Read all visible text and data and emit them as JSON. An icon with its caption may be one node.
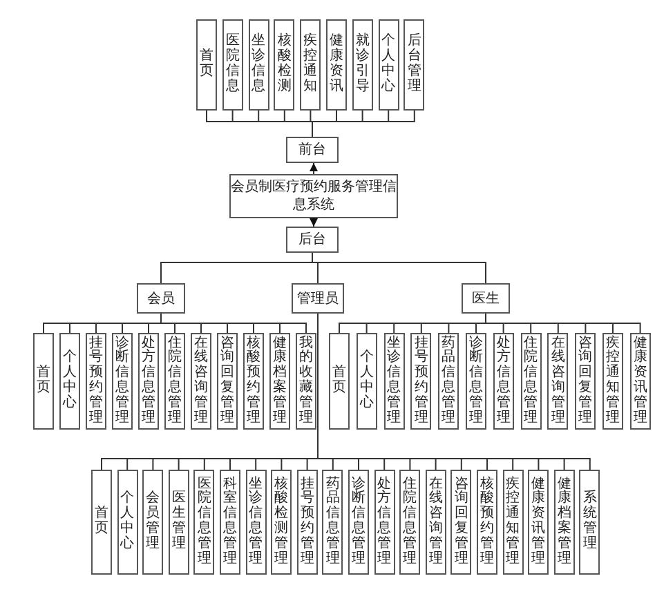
{
  "diagram": {
    "nodes": [
      {
        "text": [
          "首页"
        ]
      },
      {
        "text": [
          "医院信息"
        ]
      },
      {
        "text": [
          "坐诊信息"
        ]
      },
      {
        "text": [
          "核酸检测"
        ]
      },
      {
        "text": [
          "疾控通知"
        ]
      },
      {
        "text": [
          "健康资讯"
        ]
      },
      {
        "text": [
          "就诊引导"
        ]
      },
      {
        "text": [
          "个人中心"
        ]
      },
      {
        "text": [
          "后台管理"
        ]
      },
      {
        "text": [
          "前台"
        ]
      },
      {
        "text": [
          "会员制医疗预约服务管理信息系统"
        ]
      },
      {
        "text": [
          "后台"
        ]
      },
      {
        "text": [
          "会员"
        ]
      },
      {
        "text": [
          "管理员"
        ]
      },
      {
        "text": [
          "医生"
        ]
      },
      {
        "text": [
          "首页"
        ]
      },
      {
        "text": [
          "个人中心"
        ]
      },
      {
        "text": [
          "挂号预约管理"
        ]
      },
      {
        "text": [
          "诊断信息管理"
        ]
      },
      {
        "text": [
          "处方信息管理"
        ]
      },
      {
        "text": [
          "住院信息管理"
        ]
      },
      {
        "text": [
          "在线咨询管理"
        ]
      },
      {
        "text": [
          "咨询回复管理"
        ]
      },
      {
        "text": [
          "核酸预约管理"
        ]
      },
      {
        "text": [
          "健康档案管理"
        ]
      },
      {
        "text": [
          "我的收藏管理"
        ]
      },
      {
        "text": [
          "首页"
        ]
      },
      {
        "text": [
          "个人中心"
        ]
      },
      {
        "text": [
          "坐诊信息管理"
        ]
      },
      {
        "text": [
          "挂号预约管理"
        ]
      },
      {
        "text": [
          "药品信息管理"
        ]
      },
      {
        "text": [
          "诊断信息管理"
        ]
      },
      {
        "text": [
          "处方信息管理"
        ]
      },
      {
        "text": [
          "住院信息管理"
        ]
      },
      {
        "text": [
          "在线咨询管理"
        ]
      },
      {
        "text": [
          "咨询回复管理"
        ]
      },
      {
        "text": [
          "疾控通知管理"
        ]
      },
      {
        "text": [
          "健康资讯管理"
        ]
      },
      {
        "text": [
          "首页"
        ]
      },
      {
        "text": [
          "个人中心"
        ]
      },
      {
        "text": [
          "会员管理"
        ]
      },
      {
        "text": [
          "医生管理"
        ]
      },
      {
        "text": [
          "医院信息管理"
        ]
      },
      {
        "text": [
          "科室信息管理"
        ]
      },
      {
        "text": [
          "坐诊信息管理"
        ]
      },
      {
        "text": [
          "核酸检测管理"
        ]
      },
      {
        "text": [
          "挂号预约管理"
        ]
      },
      {
        "text": [
          "药品信息管理"
        ]
      },
      {
        "text": [
          "诊断信息管理"
        ]
      },
      {
        "text": [
          "处方信息管理"
        ]
      },
      {
        "text": [
          "住院信息管理"
        ]
      },
      {
        "text": [
          "在线咨询管理"
        ]
      },
      {
        "text": [
          "咨询回复管理"
        ]
      },
      {
        "text": [
          "核酸预约管理"
        ]
      },
      {
        "text": [
          "疾控通知管理"
        ]
      },
      {
        "text": [
          "健康资讯管理"
        ]
      },
      {
        "text": [
          "健康档案管理"
        ]
      },
      {
        "text": [
          "系统管理"
        ]
      }
    ],
    "edges": [
      {
        "from": 9,
        "to": 0,
        "arrow": "none"
      },
      {
        "from": 9,
        "to": 1,
        "arrow": "none"
      },
      {
        "from": 9,
        "to": 2,
        "arrow": "none"
      },
      {
        "from": 9,
        "to": 3,
        "arrow": "none"
      },
      {
        "from": 9,
        "to": 4,
        "arrow": "none"
      },
      {
        "from": 9,
        "to": 5,
        "arrow": "none"
      },
      {
        "from": 9,
        "to": 6,
        "arrow": "none"
      },
      {
        "from": 9,
        "to": 7,
        "arrow": "none"
      },
      {
        "from": 9,
        "to": 8,
        "arrow": "none"
      },
      {
        "from": 10,
        "to": 9,
        "arrow": "to"
      },
      {
        "from": 10,
        "to": 11,
        "arrow": "to"
      },
      {
        "from": 11,
        "to": 12,
        "arrow": "none"
      },
      {
        "from": 11,
        "to": 13,
        "arrow": "none"
      },
      {
        "from": 11,
        "to": 14,
        "arrow": "none"
      },
      {
        "from": 12,
        "to": 15,
        "arrow": "none"
      },
      {
        "from": 12,
        "to": 16,
        "arrow": "none"
      },
      {
        "from": 12,
        "to": 17,
        "arrow": "none"
      },
      {
        "from": 12,
        "to": 18,
        "arrow": "none"
      },
      {
        "from": 12,
        "to": 19,
        "arrow": "none"
      },
      {
        "from": 12,
        "to": 20,
        "arrow": "none"
      },
      {
        "from": 12,
        "to": 21,
        "arrow": "none"
      },
      {
        "from": 12,
        "to": 22,
        "arrow": "none"
      },
      {
        "from": 12,
        "to": 23,
        "arrow": "none"
      },
      {
        "from": 12,
        "to": 24,
        "arrow": "none"
      },
      {
        "from": 12,
        "to": 25,
        "arrow": "none"
      },
      {
        "from": 14,
        "to": 26,
        "arrow": "none"
      },
      {
        "from": 14,
        "to": 27,
        "arrow": "none"
      },
      {
        "from": 14,
        "to": 28,
        "arrow": "none"
      },
      {
        "from": 14,
        "to": 29,
        "arrow": "none"
      },
      {
        "from": 14,
        "to": 30,
        "arrow": "none"
      },
      {
        "from": 14,
        "to": 31,
        "arrow": "none"
      },
      {
        "from": 14,
        "to": 32,
        "arrow": "none"
      },
      {
        "from": 14,
        "to": 33,
        "arrow": "none"
      },
      {
        "from": 14,
        "to": 34,
        "arrow": "none"
      },
      {
        "from": 14,
        "to": 35,
        "arrow": "none"
      },
      {
        "from": 14,
        "to": 36,
        "arrow": "none"
      },
      {
        "from": 14,
        "to": 37,
        "arrow": "none"
      },
      {
        "from": 13,
        "to": 38,
        "arrow": "none"
      },
      {
        "from": 13,
        "to": 39,
        "arrow": "none"
      },
      {
        "from": 13,
        "to": 40,
        "arrow": "none"
      },
      {
        "from": 13,
        "to": 41,
        "arrow": "none"
      },
      {
        "from": 13,
        "to": 42,
        "arrow": "none"
      },
      {
        "from": 13,
        "to": 43,
        "arrow": "none"
      },
      {
        "from": 13,
        "to": 44,
        "arrow": "none"
      },
      {
        "from": 13,
        "to": 45,
        "arrow": "none"
      },
      {
        "from": 13,
        "to": 46,
        "arrow": "none"
      },
      {
        "from": 13,
        "to": 47,
        "arrow": "none"
      },
      {
        "from": 13,
        "to": 48,
        "arrow": "none"
      },
      {
        "from": 13,
        "to": 49,
        "arrow": "none"
      },
      {
        "from": 13,
        "to": 50,
        "arrow": "none"
      },
      {
        "from": 13,
        "to": 51,
        "arrow": "none"
      },
      {
        "from": 13,
        "to": 52,
        "arrow": "none"
      },
      {
        "from": 13,
        "to": 53,
        "arrow": "none"
      },
      {
        "from": 13,
        "to": 54,
        "arrow": "none"
      },
      {
        "from": 13,
        "to": 55,
        "arrow": "none"
      },
      {
        "from": 13,
        "to": 56,
        "arrow": "none"
      },
      {
        "from": 13,
        "to": 57,
        "arrow": "none"
      }
    ]
  }
}
